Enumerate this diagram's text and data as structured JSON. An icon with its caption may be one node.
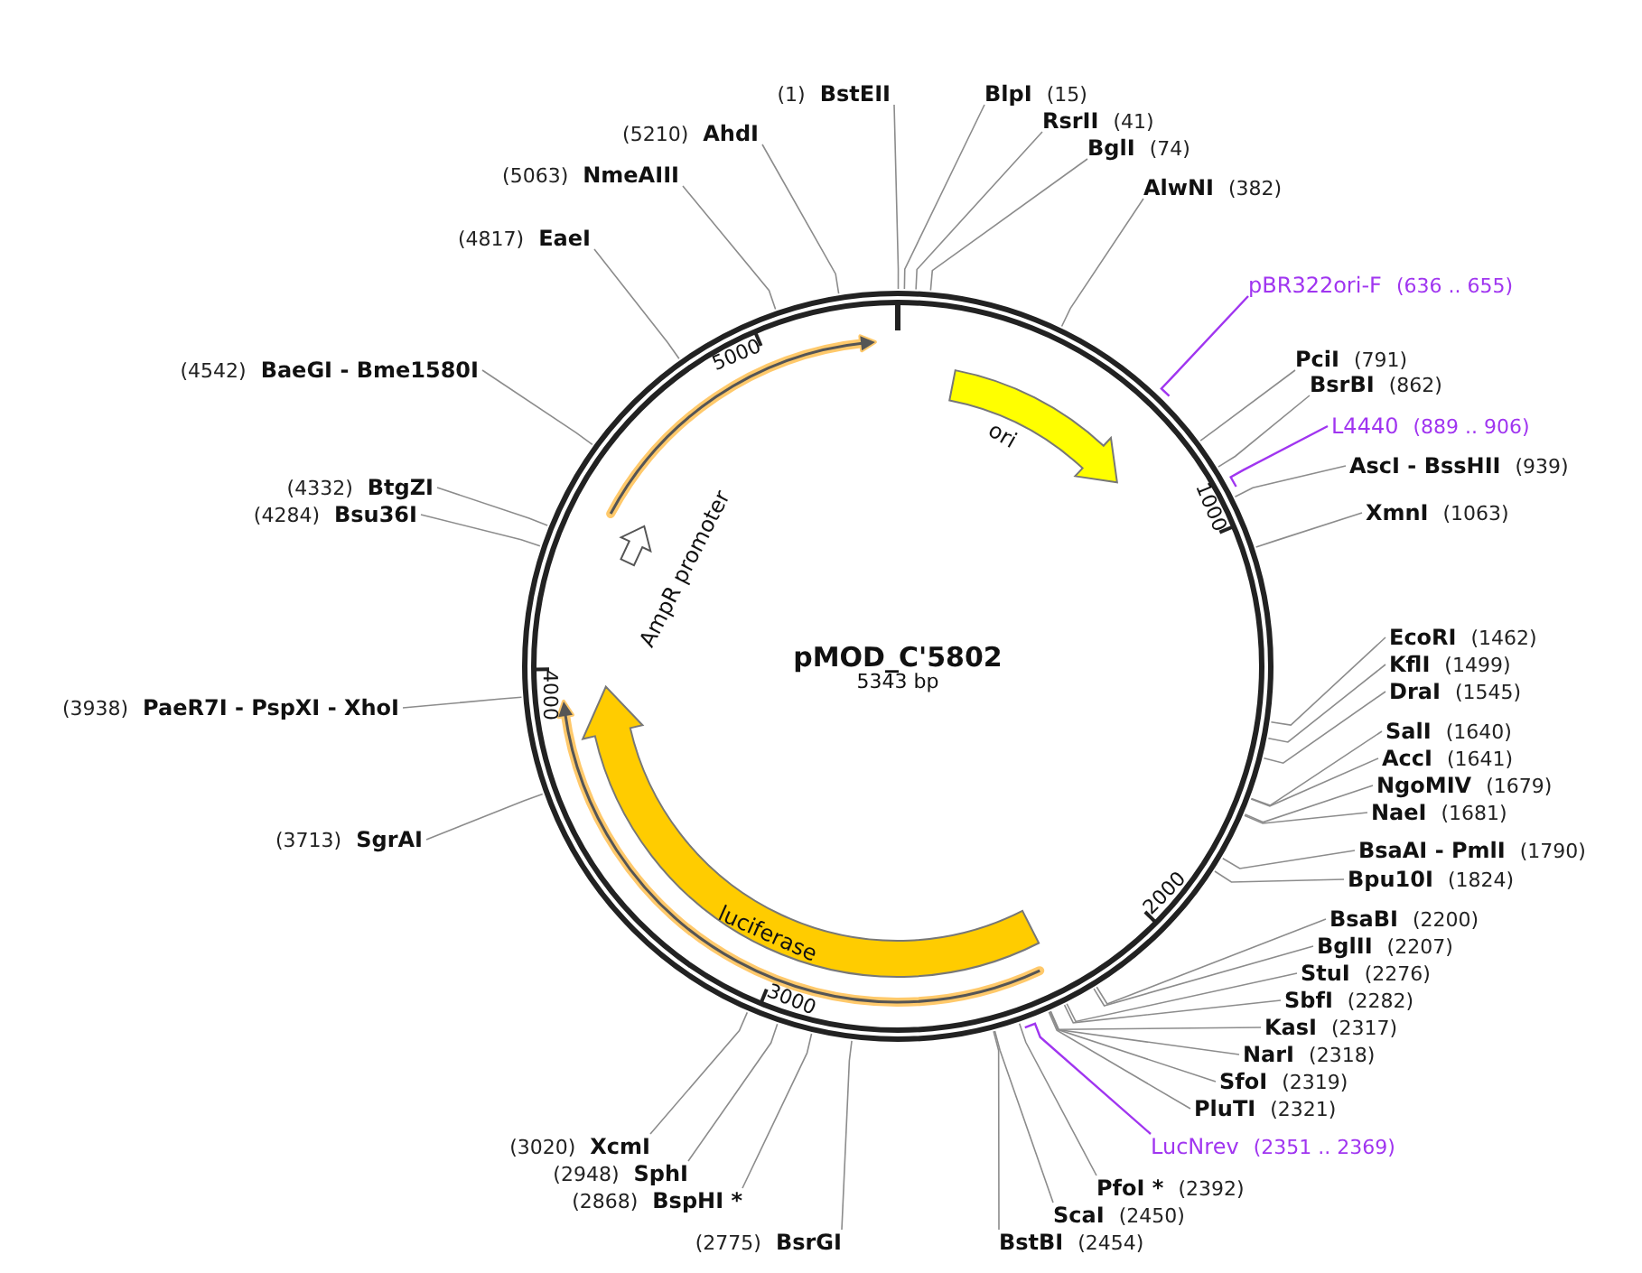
{
  "diagram": {
    "nodes": [
      {
        "text": [
          "pMOD_C'5802",
          "5343 bp"
        ]
      },
      {
        "text": [
          "ori"
        ],
        "in": 0
      },
      {
        "text": [
          "AmpR promoter"
        ],
        "in": 0
      },
      {
        "text": [
          "luciferase"
        ],
        "in": 0
      },
      {
        "text": [],
        "shape": "arrow",
        "in": 0
      },
      {
        "text": [],
        "shape": "arrow",
        "in": 0
      },
      {
        "text": [
          "BstEII"
        ],
        "beside": [
          "(1)"
        ]
      },
      {
        "text": [
          "BlpI"
        ],
        "beside": [
          "(15)"
        ]
      },
      {
        "text": [
          "RsrII"
        ],
        "beside": [
          "(41)"
        ]
      },
      {
        "text": [
          "BglI"
        ],
        "beside": [
          "(74)"
        ]
      },
      {
        "text": [
          "AlwNI"
        ],
        "beside": [
          "(382)"
        ]
      },
      {
        "text": [
          "pBR322ori-F"
        ],
        "beside": [
          "(636 .. 655)"
        ]
      },
      {
        "text": [
          "PciI"
        ],
        "beside": [
          "(791)"
        ]
      },
      {
        "text": [
          "BsrBI"
        ],
        "beside": [
          "(862)"
        ]
      },
      {
        "text": [
          "L4440"
        ],
        "beside": [
          "(889 .. 906)"
        ]
      },
      {
        "text": [
          "AscI - BssHII"
        ],
        "beside": [
          "(939)"
        ]
      },
      {
        "text": [
          "XmnI"
        ],
        "beside": [
          "(1063)"
        ]
      },
      {
        "text": [
          "EcoRI"
        ],
        "beside": [
          "(1462)"
        ]
      },
      {
        "text": [
          "KflI"
        ],
        "beside": [
          "(1499)"
        ]
      },
      {
        "text": [
          "DraI"
        ],
        "beside": [
          "(1545)"
        ]
      },
      {
        "text": [
          "SalI"
        ],
        "beside": [
          "(1640)"
        ]
      },
      {
        "text": [
          "AccI"
        ],
        "beside": [
          "(1641)"
        ]
      },
      {
        "text": [
          "NgoMIV"
        ],
        "beside": [
          "(1679)"
        ]
      },
      {
        "text": [
          "NaeI"
        ],
        "beside": [
          "(1681)"
        ]
      },
      {
        "text": [
          "BsaAI - PmlI"
        ],
        "beside": [
          "(1790)"
        ]
      },
      {
        "text": [
          "Bpu10I"
        ],
        "beside": [
          "(1824)"
        ]
      },
      {
        "text": [
          "BsaBI"
        ],
        "beside": [
          "(2200)"
        ]
      },
      {
        "text": [
          "BglII"
        ],
        "beside": [
          "(2207)"
        ]
      },
      {
        "text": [
          "StuI"
        ],
        "beside": [
          "(2276)"
        ]
      },
      {
        "text": [
          "SbfI"
        ],
        "beside": [
          "(2282)"
        ]
      },
      {
        "text": [
          "KasI"
        ],
        "beside": [
          "(2317)"
        ]
      },
      {
        "text": [
          "NarI"
        ],
        "beside": [
          "(2318)"
        ]
      },
      {
        "text": [
          "SfoI"
        ],
        "beside": [
          "(2319)"
        ]
      },
      {
        "text": [
          "PluTI"
        ],
        "beside": [
          "(2321)"
        ]
      },
      {
        "text": [
          "LucNrev"
        ],
        "beside": [
          "(2351 .. 2369)"
        ]
      },
      {
        "text": [
          "PfoI *"
        ],
        "beside": [
          "(2392)"
        ]
      },
      {
        "text": [
          "ScaI"
        ],
        "beside": [
          "(2450)"
        ]
      },
      {
        "text": [
          "BstBI"
        ],
        "beside": [
          "(2454)"
        ]
      },
      {
        "text": [
          "BsrGI"
        ],
        "beside": [
          "(2775)"
        ]
      },
      {
        "text": [
          "BspHI *"
        ],
        "beside": [
          "(2868)"
        ]
      },
      {
        "text": [
          "SphI"
        ],
        "beside": [
          "(2948)"
        ]
      },
      {
        "text": [
          "XcmI"
        ],
        "beside": [
          "(3020)"
        ]
      },
      {
        "text": [
          "SgrAI"
        ],
        "beside": [
          "(3713)"
        ]
      },
      {
        "text": [
          "PaeR7I - PspXI - XhoI"
        ],
        "beside": [
          "(3938)"
        ]
      },
      {
        "text": [
          "Bsu36I"
        ],
        "beside": [
          "(4284)"
        ]
      },
      {
        "text": [
          "BtgZI"
        ],
        "beside": [
          "(4332)"
        ]
      },
      {
        "text": [
          "BaeGI - Bme1580I"
        ],
        "beside": [
          "(4542)"
        ]
      },
      {
        "text": [
          "EaeI"
        ],
        "beside": [
          "(4817)"
        ]
      },
      {
        "text": [
          "NmeAIII"
        ],
        "beside": [
          "(5063)"
        ]
      },
      {
        "text": [
          "AhdI"
        ],
        "beside": [
          "(5210)"
        ]
      }
    ],
    "edges": [
      {
        "from": 6,
        "to": 0,
        "arrow": "none"
      },
      {
        "from": 7,
        "to": 0,
        "arrow": "none"
      },
      {
        "from": 8,
        "to": 0,
        "arrow": "none"
      },
      {
        "from": 9,
        "to": 0,
        "arrow": "none"
      },
      {
        "from": 10,
        "to": 0,
        "arrow": "none"
      },
      {
        "from": 11,
        "to": 0,
        "arrow": "none",
        "color": "#a035f0"
      },
      {
        "from": 12,
        "to": 0,
        "arrow": "none"
      },
      {
        "from": 13,
        "to": 0,
        "arrow": "none"
      },
      {
        "from": 14,
        "to": 0,
        "arrow": "none",
        "color": "#a035f0"
      },
      {
        "from": 15,
        "to": 0,
        "arrow": "none"
      },
      {
        "from": 16,
        "to": 0,
        "arrow": "none"
      },
      {
        "from": 17,
        "to": 0,
        "arrow": "none"
      },
      {
        "from": 18,
        "to": 0,
        "arrow": "none"
      },
      {
        "from": 19,
        "to": 0,
        "arrow": "none"
      },
      {
        "from": 20,
        "to": 0,
        "arrow": "none"
      },
      {
        "from": 21,
        "to": 0,
        "arrow": "none"
      },
      {
        "from": 22,
        "to": 0,
        "arrow": "none"
      },
      {
        "from": 23,
        "to": 0,
        "arrow": "none"
      },
      {
        "from": 24,
        "to": 0,
        "arrow": "none"
      },
      {
        "from": 25,
        "to": 0,
        "arrow": "none"
      },
      {
        "from": 26,
        "to": 0,
        "arrow": "none"
      },
      {
        "from": 27,
        "to": 0,
        "arrow": "none"
      },
      {
        "from": 28,
        "to": 0,
        "arrow": "none"
      },
      {
        "from": 29,
        "to": 0,
        "arrow": "none"
      },
      {
        "from": 30,
        "to": 0,
        "arrow": "none"
      },
      {
        "from": 31,
        "to": 0,
        "arrow": "none"
      },
      {
        "from": 32,
        "to": 0,
        "arrow": "none"
      },
      {
        "from": 33,
        "to": 0,
        "arrow": "none"
      },
      {
        "from": 34,
        "to": 0,
        "arrow": "none",
        "color": "#a035f0"
      },
      {
        "from": 35,
        "to": 0,
        "arrow": "none"
      },
      {
        "from": 36,
        "to": 0,
        "arrow": "none"
      },
      {
        "from": 37,
        "to": 0,
        "arrow": "none"
      },
      {
        "from": 38,
        "to": 0,
        "arrow": "none"
      },
      {
        "from": 39,
        "to": 0,
        "arrow": "none"
      },
      {
        "from": 40,
        "to": 0,
        "arrow": "none"
      },
      {
        "from": 41,
        "to": 0,
        "arrow": "none"
      },
      {
        "from": 42,
        "to": 0,
        "arrow": "none"
      },
      {
        "from": 43,
        "to": 0,
        "arrow": "none"
      },
      {
        "from": 44,
        "to": 0,
        "arrow": "none"
      },
      {
        "from": 45,
        "to": 0,
        "arrow": "none"
      },
      {
        "from": 46,
        "to": 0,
        "arrow": "none"
      },
      {
        "from": 47,
        "to": 0,
        "arrow": "none"
      },
      {
        "from": 48,
        "to": 0,
        "arrow": "none"
      },
      {
        "from": 49,
        "to": 0,
        "arrow": "none"
      }
    ],
    "labels": [
      "1000",
      "2000",
      "3000",
      "4000",
      "5000"
    ]
  }
}
